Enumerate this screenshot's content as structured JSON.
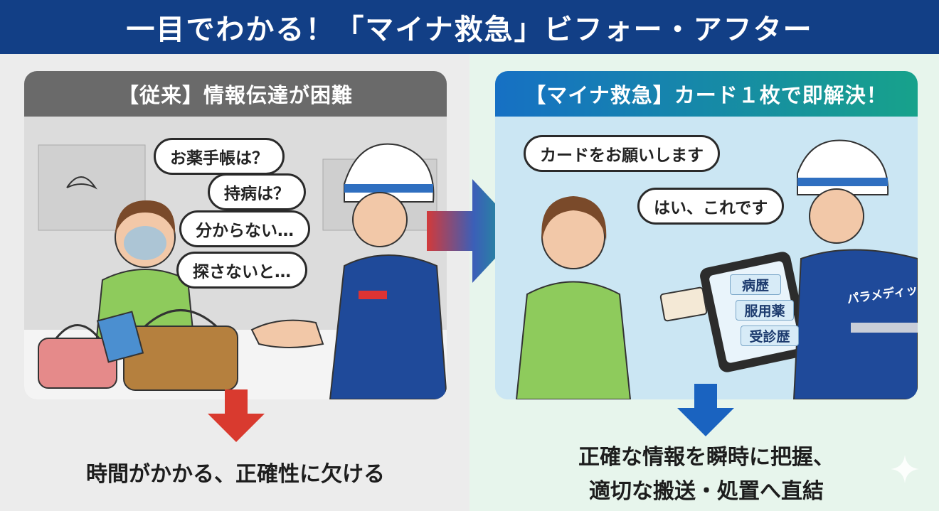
{
  "title": "一目でわかる！「マイナ救急」ビフォー・アフター",
  "left": {
    "header": "【従来】情報伝達が困難",
    "bubbles": [
      "お薬手帳は？",
      "持病は？",
      "分からない…",
      "探さないと…"
    ],
    "result": "時間がかかる、正確性に欠ける"
  },
  "right": {
    "header": "【マイナ救急】カード１枚で即解決！",
    "bubbles": [
      "カードをお願いします",
      "はい、これです"
    ],
    "tablet_items": [
      "病歴",
      "服用薬",
      "受診歴"
    ],
    "uniform_text": "パラメディック",
    "result_line1": "正確な情報を瞬時に把握、",
    "result_line2": "適切な搬送・処置へ直結"
  },
  "colors": {
    "banner": "#123f86",
    "left_header": "#6a6a6a",
    "right_header_start": "#1670c4",
    "right_header_end": "#17a28b",
    "down_arrow_left": "#d93a2f",
    "down_arrow_right": "#1a63c0"
  }
}
